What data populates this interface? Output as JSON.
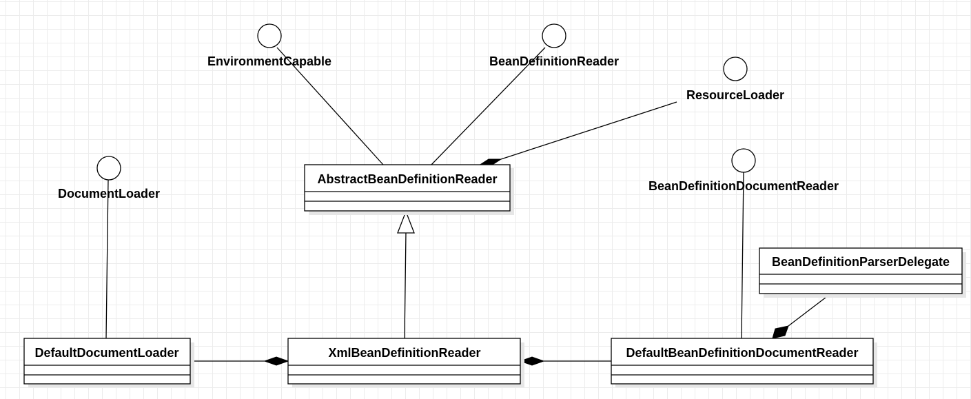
{
  "interfaces": {
    "environment_capable": "EnvironmentCapable",
    "bean_definition_reader": "BeanDefinitionReader",
    "resource_loader": "ResourceLoader",
    "document_loader": "DocumentLoader",
    "bean_definition_document_reader": "BeanDefinitionDocumentReader"
  },
  "classes": {
    "abstract_bean_definition_reader": "AbstractBeanDefinitionReader",
    "default_document_loader": "DefaultDocumentLoader",
    "xml_bean_definition_reader": "XmlBeanDefinitionReader",
    "default_bean_definition_document_reader": "DefaultBeanDefinitionDocumentReader",
    "bean_definition_parser_delegate": "BeanDefinitionParserDelegate"
  }
}
